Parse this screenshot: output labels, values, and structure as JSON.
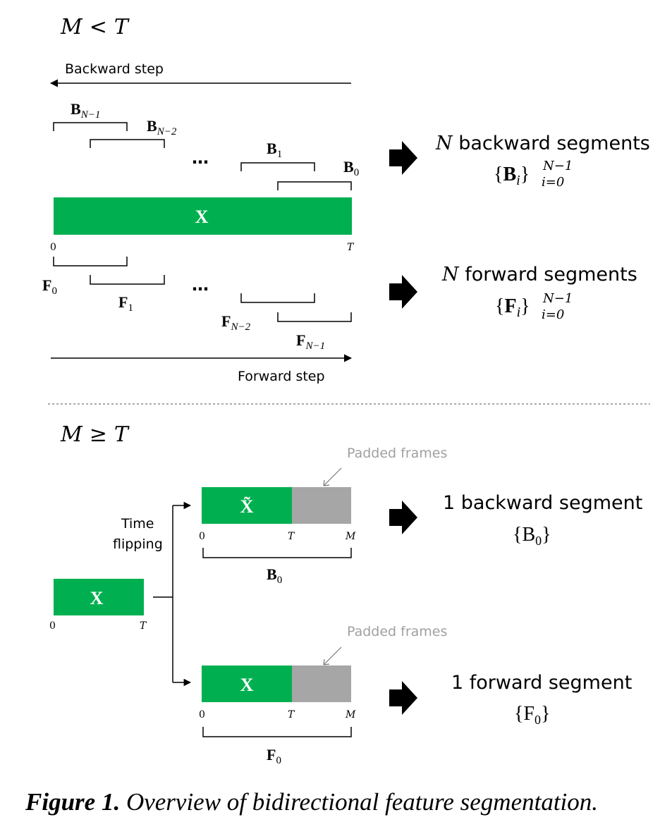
{
  "colors": {
    "green": "#00b050",
    "gray": "#a6a6a6",
    "padded_text": "#a0a0a0",
    "ink": "#000000"
  },
  "top": {
    "condition_M": "M",
    "condition_op": "<",
    "condition_T": "T",
    "backward_step": "Backward step",
    "forward_step": "Forward step",
    "x_label": "X",
    "tick_start": "0",
    "tick_end": "T",
    "ellipsis": "…",
    "backward_labels": {
      "b_n1_main": "B",
      "b_n1_sub": "N−1",
      "b_n2_main": "B",
      "b_n2_sub": "N−2",
      "b_1_main": "B",
      "b_1_sub": "1",
      "b_0_main": "B",
      "b_0_sub": "0"
    },
    "forward_labels": {
      "f_0_main": "F",
      "f_0_sub": "0",
      "f_1_main": "F",
      "f_1_sub": "1",
      "f_n2_main": "F",
      "f_n2_sub": "N−2",
      "f_n1_main": "F",
      "f_n1_sub": "N−1"
    },
    "result_backward": {
      "N": "N",
      "text": " backward segments",
      "set_open": "{",
      "set_main": "B",
      "set_i": "i",
      "set_close": "}",
      "set_sub": "i=0",
      "set_sup": "N−1"
    },
    "result_forward": {
      "N": "N",
      "text": " forward segments",
      "set_open": "{",
      "set_main": "F",
      "set_i": "i",
      "set_close": "}",
      "set_sub": "i=0",
      "set_sup": "N−1"
    }
  },
  "bottom": {
    "condition_M": "M",
    "condition_op": "≥",
    "condition_T": "T",
    "padded_frames": "Padded frames",
    "time_flipping_line1": "Time",
    "time_flipping_line2": "flipping",
    "x_label": "X",
    "x_tilde_label": "X̃",
    "tick_start": "0",
    "tick_T": "T",
    "tick_M": "M",
    "b0_main": "B",
    "b0_sub": "0",
    "f0_main": "F",
    "f0_sub": "0",
    "result_backward_text": "1 backward segment",
    "result_backward_set": "{B",
    "result_backward_sub": "0",
    "result_backward_close": "}",
    "result_forward_text": "1 forward segment",
    "result_forward_set": "{F",
    "result_forward_sub": "0",
    "result_forward_close": "}"
  },
  "caption": {
    "label": "Figure 1.",
    "text": " Overview of bidirectional feature segmentation."
  }
}
